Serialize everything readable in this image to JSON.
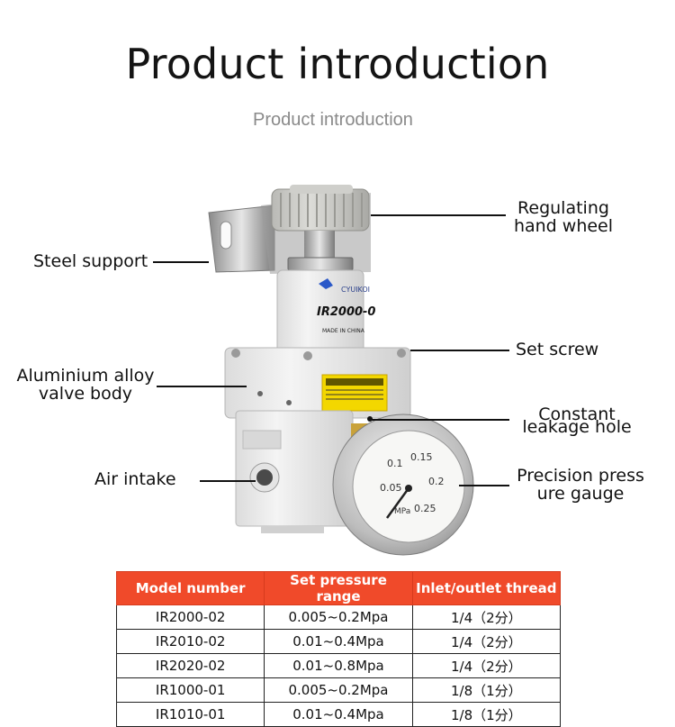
{
  "header": {
    "title": "Product introduction",
    "subtitle": "Product introduction"
  },
  "product": {
    "brand_text": "CYUIKOI",
    "model_text": "IR2000-0",
    "made_in": "MADE IN CHINA",
    "gauge_ticks": [
      "0.05",
      "0.1",
      "0.15",
      "0.2",
      "0.25"
    ],
    "gauge_unit": "MPa"
  },
  "callouts": {
    "regulating_hand_wheel": [
      "Regulating",
      "hand wheel"
    ],
    "steel_support": "Steel support",
    "set_screw": "Set screw",
    "valve_body": [
      "Aluminium alloy",
      "valve body"
    ],
    "constant_leakage_hole": [
      "Constant",
      "leakage hole"
    ],
    "air_intake": "Air intake",
    "precision_gauge": [
      "Precision press",
      "ure gauge"
    ]
  },
  "table": {
    "headers": [
      "Model number",
      "Set pressure range",
      "Inlet/outlet thread"
    ],
    "rows": [
      [
        "IR2000-02",
        "0.005~0.2Mpa",
        "1/4（2分）"
      ],
      [
        "IR2010-02",
        "0.01~0.4Mpa",
        "1/4（2分）"
      ],
      [
        "IR2020-02",
        "0.01~0.8Mpa",
        "1/4（2分）"
      ],
      [
        "IR1000-01",
        "0.005~0.2Mpa",
        "1/8（1分）"
      ],
      [
        "IR1010-01",
        "0.01~0.4Mpa",
        "1/8（1分）"
      ]
    ]
  },
  "colors": {
    "table_header_bg": "#f04a2a",
    "table_header_text": "#ffffff",
    "gauge_ring": "#c8c8c8",
    "body_white": "#ececec"
  }
}
